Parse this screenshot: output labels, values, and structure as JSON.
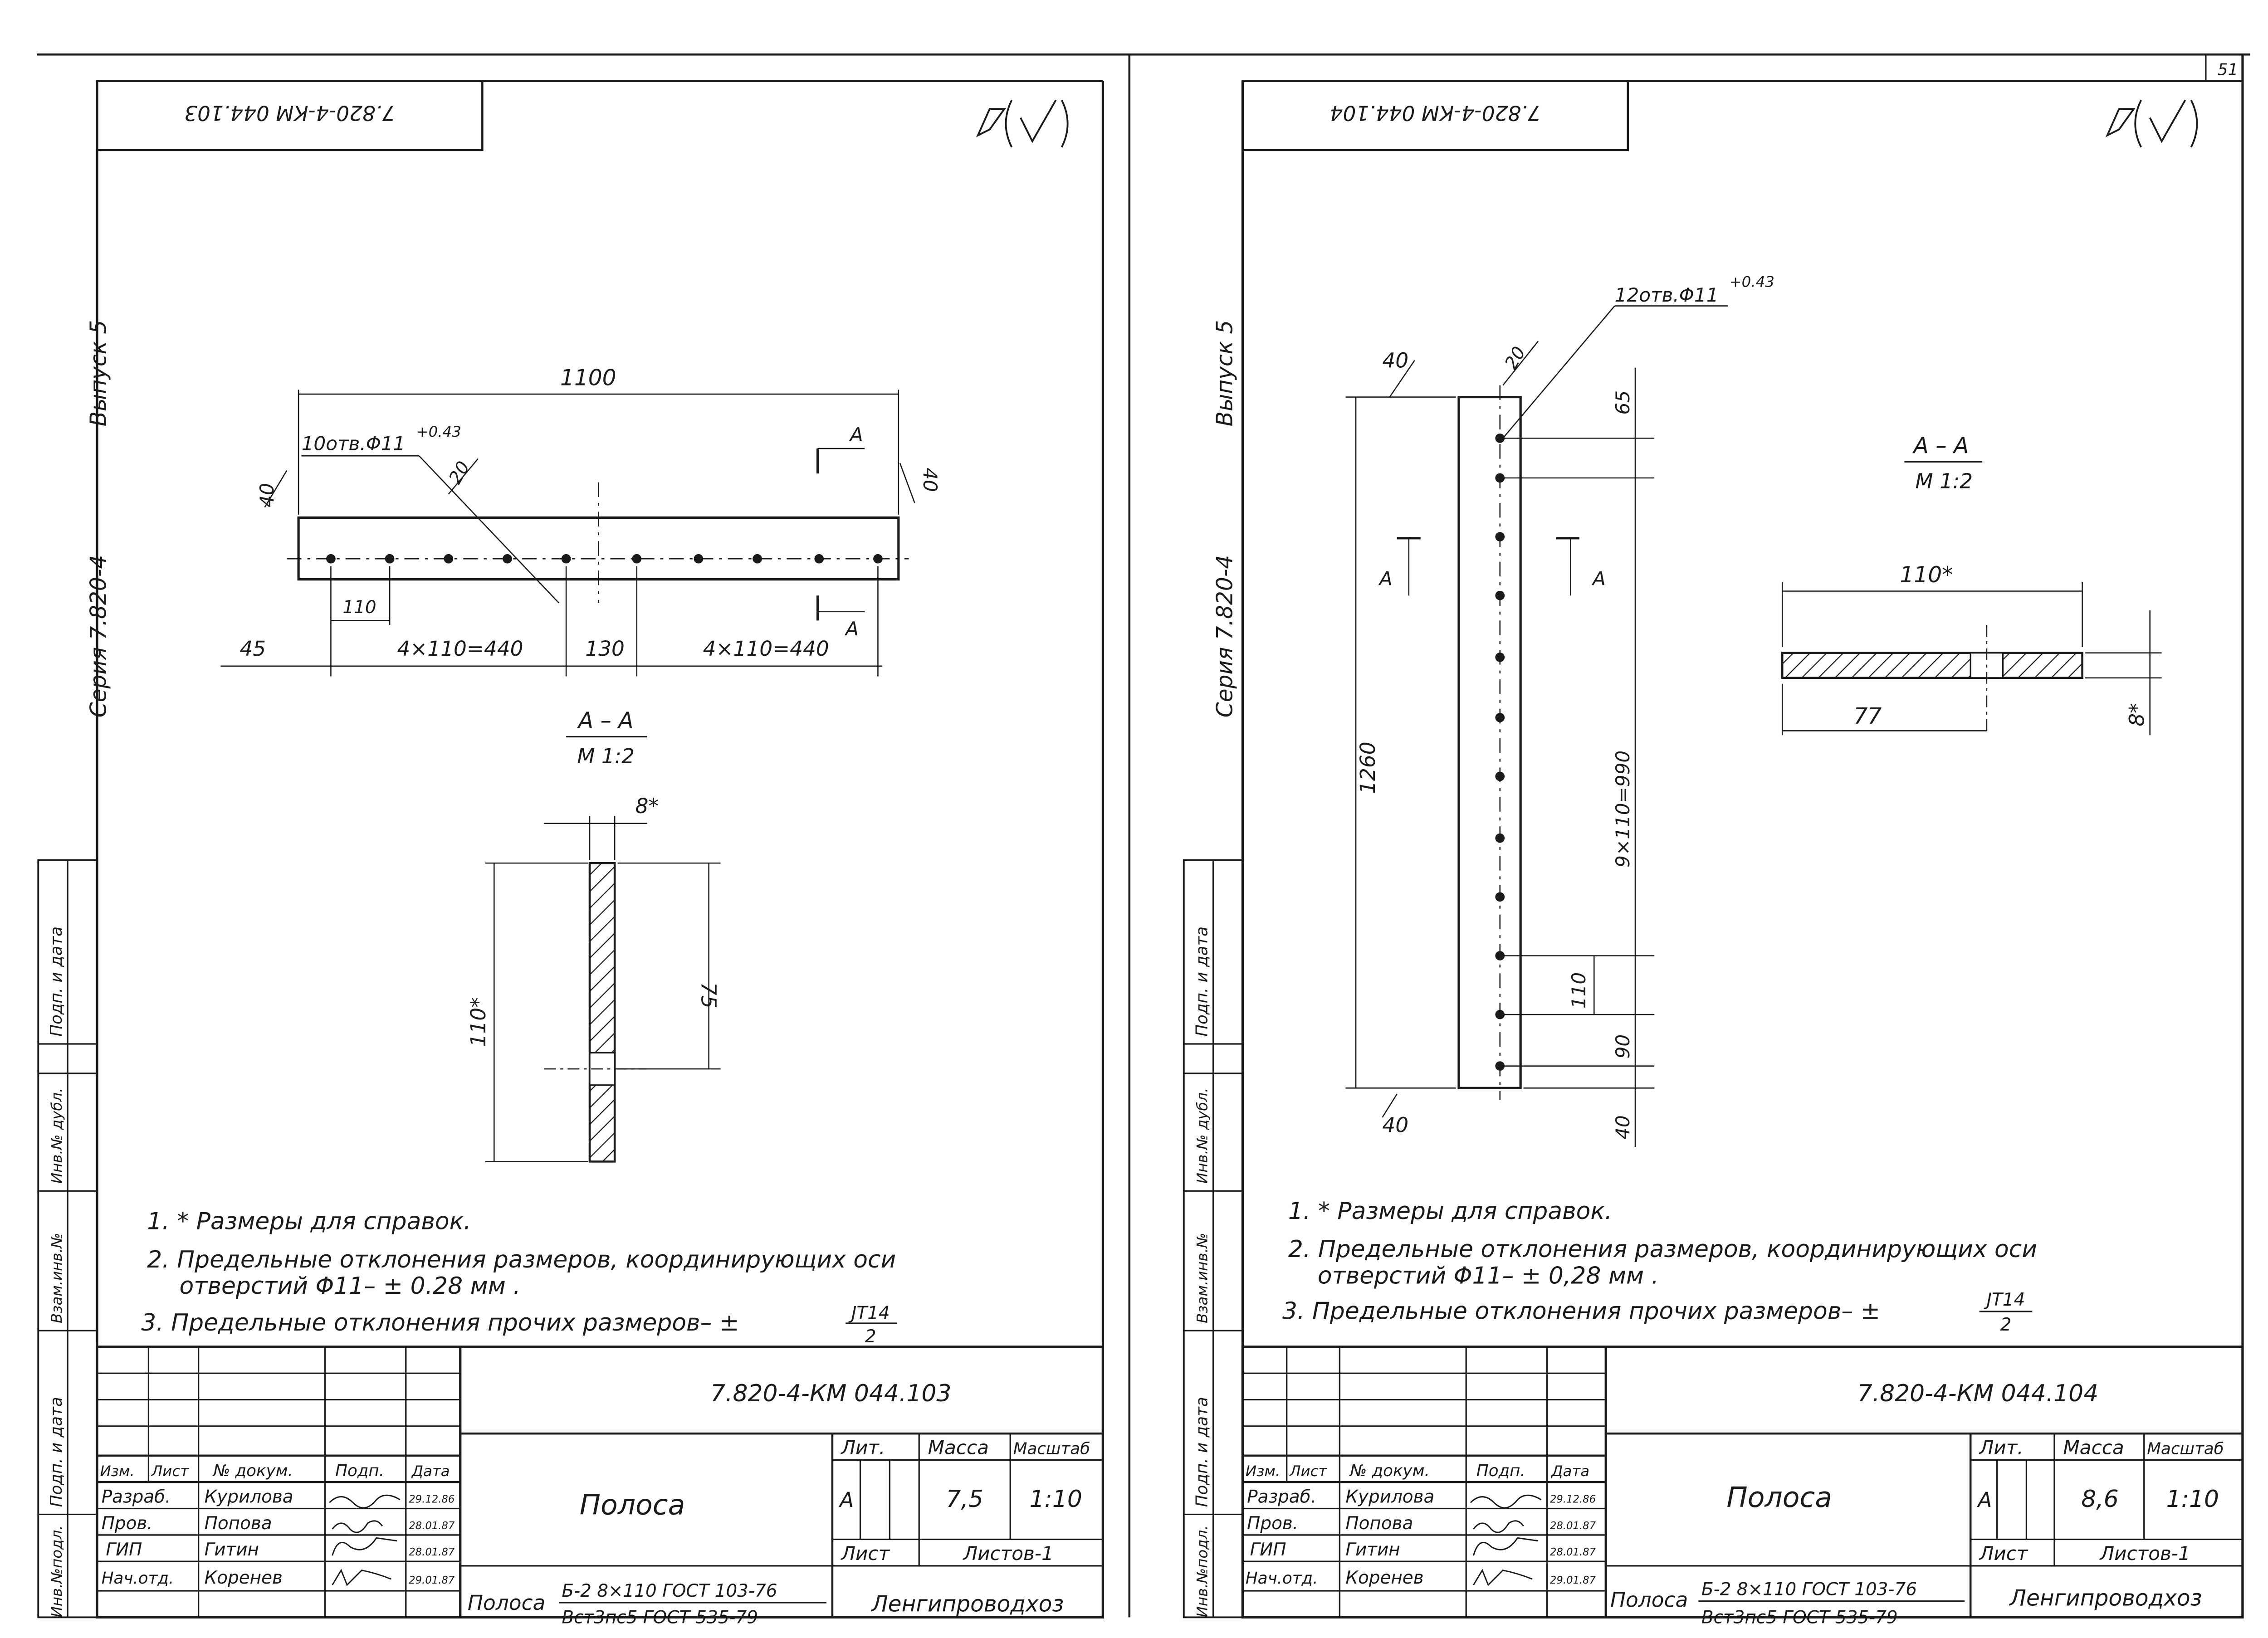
{
  "page_number": "51",
  "sheets": [
    {
      "stamp_code": "7.820-4-КМ 044.103",
      "side_series": "Серия 7.820-4",
      "side_issue": "Выпуск 5",
      "side_labels": [
        "Подп. и дата",
        "Взам.инв.№",
        "Инв.№ дубл.",
        "Подп. и дата",
        "Инв.№подл."
      ],
      "dims": {
        "length": "1100",
        "holes": "10отв.Φ11",
        "holes_tol": "+0.43",
        "chamfer_small": "20",
        "edge_left": "40",
        "edge_right": "40",
        "pitch": "110",
        "first": "45",
        "group1": "4×110=440",
        "middle": "130",
        "group2": "4×110=440",
        "section_mark": "А",
        "section_title": "А – А",
        "section_scale": "М 1:2",
        "thickness": "8*",
        "width": "110*",
        "hole_pos": "75"
      },
      "notes": [
        "1. * Размеры для справок.",
        "2. Предельные отклонения размеров, координирующих оси",
        "отверстий Φ11– ± 0.28 мм .",
        "3. Предельные отклонения прочих размеров– ±"
      ],
      "tol_num": "JT14",
      "tol_den": "2",
      "title_block": {
        "code": "7.820-4-КМ 044.103",
        "name": "Полоса",
        "header": [
          "Изм.",
          "Лист",
          "№ докум.",
          "Подп.",
          "Дата"
        ],
        "rows": [
          {
            "role": "Разраб.",
            "name": "Курилова",
            "date": "29.12.86"
          },
          {
            "role": "Пров.",
            "name": "Попова",
            "date": "28.01.87"
          },
          {
            "role": "ГИП",
            "name": "Гитин",
            "date": "28.01.87"
          },
          {
            "role": "Нач.отд.",
            "name": "Коренев",
            "date": "29.01.87"
          }
        ],
        "lit_label": "Лит.",
        "mass_label": "Масса",
        "scale_label": "Масштаб",
        "lit": "А",
        "mass": "7,5",
        "scale": "1:10",
        "sheet_label": "Лист",
        "sheets_label": "Листов-1",
        "material_prefix": "Полоса",
        "material_top": "Б-2 8×110 ГОСТ 103-76",
        "material_bottom": "Вст3пс5 ГОСТ 535-79",
        "org": "Ленгипроводхоз"
      }
    },
    {
      "stamp_code": "7.820-4-КМ 044.104",
      "side_series": "Серия 7.820-4",
      "side_issue": "Выпуск 5",
      "side_labels": [
        "Подп. и дата",
        "Взам.инв.№",
        "Инв.№ дубл.",
        "Подп. и дата",
        "Инв.№подл."
      ],
      "dims": {
        "holes": "12отв.Φ11",
        "holes_tol": "+0.43",
        "chamfer_small": "20",
        "edge_top": "40",
        "edge_bottom": "40",
        "first": "65",
        "group": "9×110=990",
        "pitch": "110",
        "last": "90",
        "end": "40",
        "length": "1260",
        "section_mark": "А",
        "section_title": "А – А",
        "section_scale": "М 1:2",
        "width": "110*",
        "hole_pos": "77",
        "thickness": "8*"
      },
      "notes": [
        "1. * Размеры для справок.",
        "2. Предельные отклонения размеров, координирующих оси",
        "отверстий Φ11– ± 0,28 мм .",
        "3. Предельные отклонения прочих размеров– ±"
      ],
      "tol_num": "JT14",
      "tol_den": "2",
      "title_block": {
        "code": "7.820-4-КМ 044.104",
        "name": "Полоса",
        "header": [
          "Изм.",
          "Лист",
          "№ докум.",
          "Подп.",
          "Дата"
        ],
        "rows": [
          {
            "role": "Разраб.",
            "name": "Курилова",
            "date": "29.12.86"
          },
          {
            "role": "Пров.",
            "name": "Попова",
            "date": "28.01.87"
          },
          {
            "role": "ГИП",
            "name": "Гитин",
            "date": "28.01.87"
          },
          {
            "role": "Нач.отд.",
            "name": "Коренев",
            "date": "29.01.87"
          }
        ],
        "lit_label": "Лит.",
        "mass_label": "Масса",
        "scale_label": "Масштаб",
        "lit": "А",
        "mass": "8,6",
        "scale": "1:10",
        "sheet_label": "Лист",
        "sheets_label": "Листов-1",
        "material_prefix": "Полоса",
        "material_top": "Б-2 8×110 ГОСТ 103-76",
        "material_bottom": "Вст3пс5 ГОСТ 535-79",
        "org": "Ленгипроводхоз"
      }
    }
  ]
}
